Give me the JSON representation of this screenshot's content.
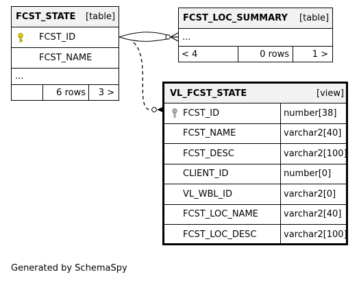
{
  "tables": {
    "fcst_state": {
      "name": "FCST_STATE",
      "kind": "[table]",
      "columns": [
        "FCST_ID",
        "FCST_NAME"
      ],
      "more": "...",
      "row_count": "6 rows",
      "nav": "3 >"
    },
    "fcst_loc_summary": {
      "name": "FCST_LOC_SUMMARY",
      "kind": "[table]",
      "more": "...",
      "prev": "< 4",
      "row_count": "0 rows",
      "nav": "1 >"
    },
    "vl_fcst_state": {
      "name": "VL_FCST_STATE",
      "kind": "[view]",
      "columns": [
        {
          "name": "FCST_ID",
          "type": "number[38]"
        },
        {
          "name": "FCST_NAME",
          "type": "varchar2[40]"
        },
        {
          "name": "FCST_DESC",
          "type": "varchar2[100]"
        },
        {
          "name": "CLIENT_ID",
          "type": "number[0]"
        },
        {
          "name": "VL_WBL_ID",
          "type": "varchar2[0]"
        },
        {
          "name": "FCST_LOC_NAME",
          "type": "varchar2[40]"
        },
        {
          "name": "FCST_LOC_DESC",
          "type": "varchar2[100]"
        }
      ]
    }
  },
  "colors": {
    "header_bg": "#f2f2f2",
    "pk_key_yellow": "#e6d200",
    "pk_key_grey": "#b0b0b0"
  },
  "footer": "Generated by SchemaSpy"
}
